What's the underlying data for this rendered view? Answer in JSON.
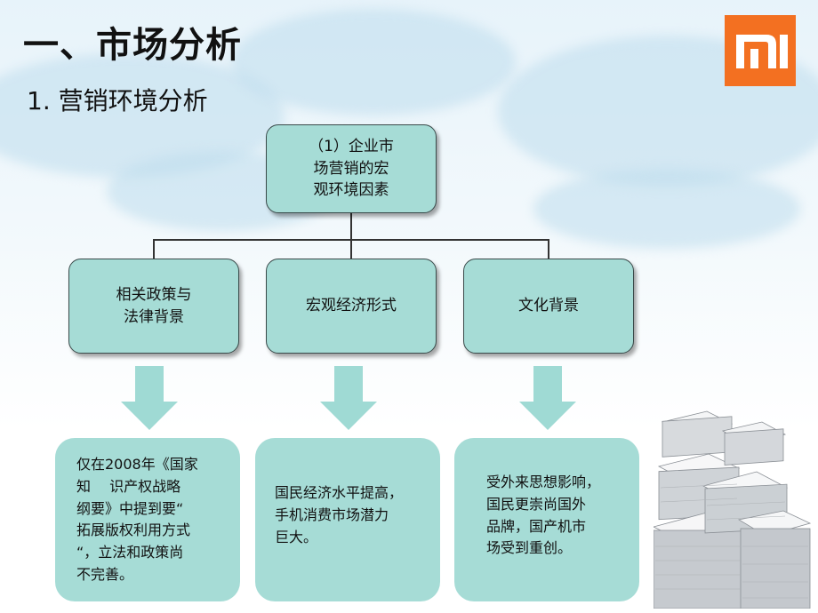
{
  "slide": {
    "title": "一、市场分析",
    "subtitle": "1. 营销环境分析"
  },
  "logo": {
    "icon": "mi-logo-icon",
    "color": "#f37021"
  },
  "tree": {
    "root": {
      "line1": "（1）企业市",
      "line2": "场营销的宏",
      "line3": "观环境因素"
    },
    "children": [
      {
        "line1": "相关政策与",
        "line2": "法律背景"
      },
      {
        "line1": "宏观经济形式"
      },
      {
        "line1": "文化背景"
      }
    ]
  },
  "details": [
    {
      "lines": [
        "仅在2008年《国家",
        "知　 识产权战略",
        "纲要》中提到要“",
        "拓展版权利用方式",
        "“，立法和政策尚",
        "不完善。"
      ]
    },
    {
      "lines": [
        "国民经济水平提高，",
        "手机消费市场潜力",
        "巨大。"
      ]
    },
    {
      "lines": [
        "受外来思想影响，",
        "国民更崇尚国外",
        "品牌，国产机市",
        "场受到重创。"
      ]
    }
  ],
  "colors": {
    "node_fill": "#a6dcd6",
    "arrow_fill": "#9fdad4"
  },
  "decor": {
    "paper_stack": "paper-stack-icon"
  }
}
